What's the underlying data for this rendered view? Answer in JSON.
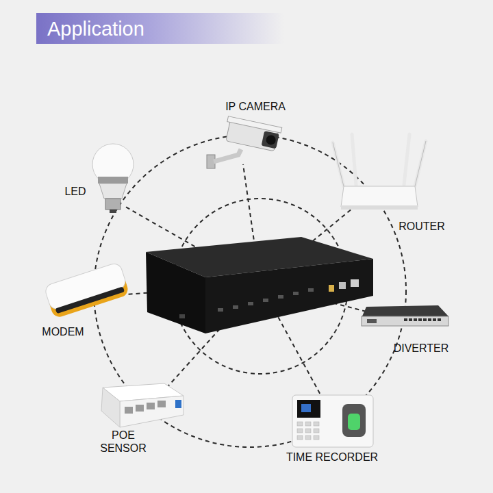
{
  "diagram": {
    "title": "Application",
    "labels": [
      "IP CAMERA",
      "LED",
      "ROUTER",
      "MODEM",
      "DIVERTER",
      "POE SENSOR",
      "TIME RECORDER"
    ]
  }
}
